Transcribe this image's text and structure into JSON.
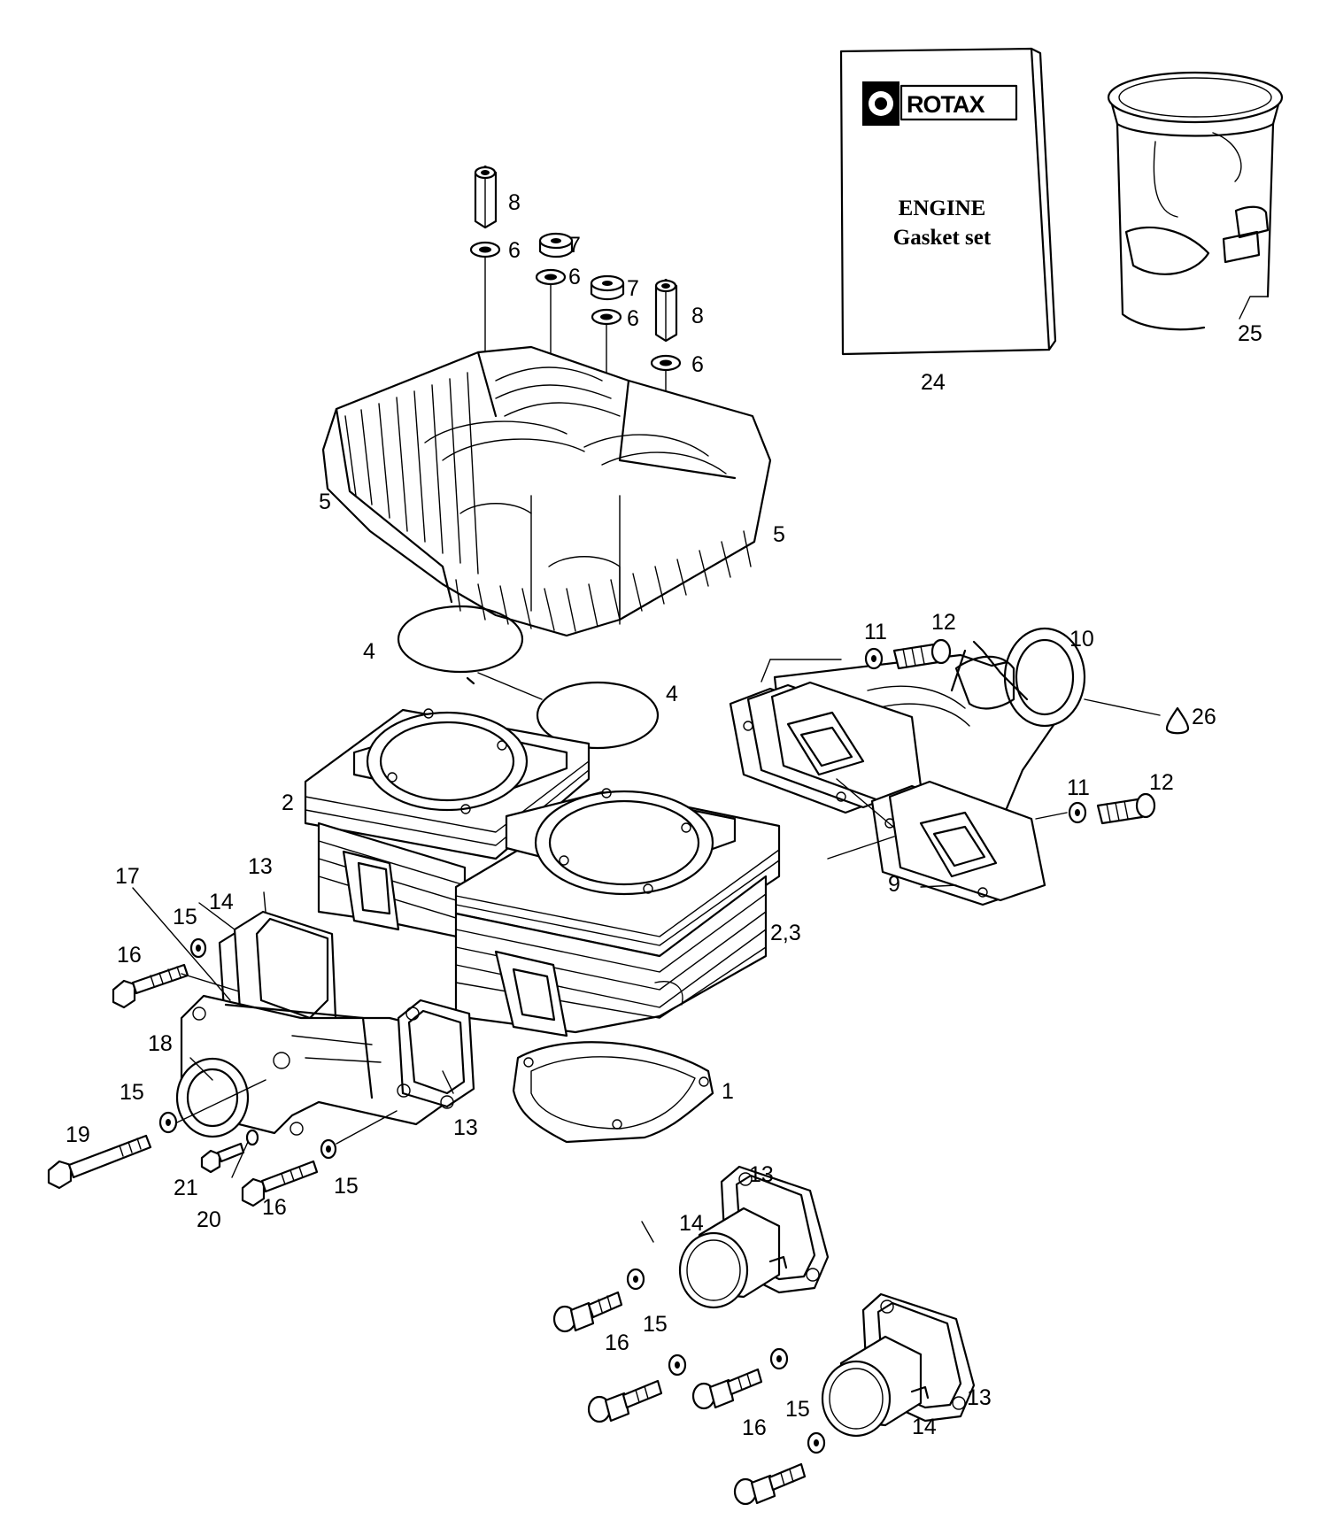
{
  "booklet": {
    "brand": "ROTAX",
    "title_line1": "ENGINE",
    "title_line2": "Gasket set"
  },
  "callouts": {
    "c1": "1",
    "c2": "2",
    "c2_3": "2,3",
    "c4a": "4",
    "c4b": "4",
    "c5a": "5",
    "c5b": "5",
    "c6a": "6",
    "c6b": "6",
    "c6c": "6",
    "c6d": "6",
    "c7a": "7",
    "c7b": "7",
    "c8a": "8",
    "c8b": "8",
    "c9": "9",
    "c10": "10",
    "c11a": "11",
    "c11b": "11",
    "c12a": "12",
    "c12b": "12",
    "c13a": "13",
    "c13b": "13",
    "c13c": "13",
    "c13d": "13",
    "c14a": "14",
    "c14b": "14",
    "c14c": "14",
    "c15a": "15",
    "c15b": "15",
    "c15c": "15",
    "c15d": "15",
    "c15e": "15",
    "c16a": "16",
    "c16b": "16",
    "c16c": "16",
    "c16d": "16",
    "c17": "17",
    "c18": "18",
    "c19": "19",
    "c20": "20",
    "c21": "21",
    "c24": "24",
    "c25": "25",
    "c26": "26"
  }
}
